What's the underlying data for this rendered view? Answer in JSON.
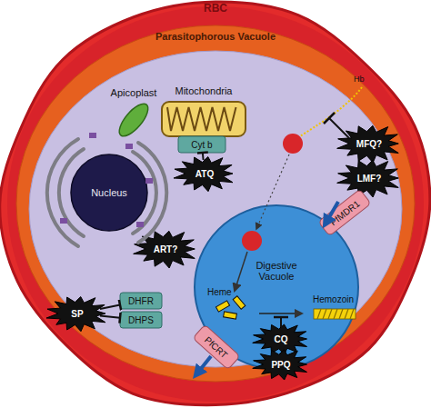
{
  "diagram": {
    "nodes": [
      {
        "text": [
          "RBC"
        ]
      },
      {
        "text": [
          "Parasitophorous Vacuole"
        ],
        "in": 0
      },
      {
        "text": [
          "Mitochondria"
        ],
        "in": 1
      },
      {
        "text": [
          "Cyt b"
        ],
        "in": 1
      },
      {
        "text": [
          "ATQ"
        ],
        "in": 1
      },
      {
        "text": [
          "Apicoplast"
        ],
        "in": 1
      },
      {
        "text": [
          "Nucleus"
        ],
        "in": 1
      },
      {
        "text": [
          "ART?"
        ],
        "in": 1
      },
      {
        "text": [
          "MFQ?"
        ],
        "in": 1
      },
      {
        "text": [
          "LMF?"
        ],
        "in": 1
      },
      {
        "text": [
          "Digestive Vacuole"
        ],
        "in": 1
      },
      {
        "text": [
          "PfMDR1"
        ],
        "in": 1
      },
      {
        "text": [
          "PfCRT"
        ],
        "in": 1
      },
      {
        "text": [
          "CQ"
        ],
        "in": 10
      },
      {
        "text": [
          "PPQ"
        ],
        "in": 10
      },
      {
        "text": [
          "SP"
        ],
        "in": 1
      },
      {
        "text": [
          "DHFR"
        ],
        "in": 1
      },
      {
        "text": [
          "DHPS"
        ],
        "in": 1
      }
    ],
    "edges": [
      {
        "from": 4,
        "to": 3,
        "arrow": "to"
      },
      {
        "from": 15,
        "to": 16,
        "arrow": "to"
      },
      {
        "from": 15,
        "to": 17,
        "arrow": "to"
      }
    ],
    "labels": [
      "Hb",
      "Heme",
      "Hemozoin"
    ]
  }
}
